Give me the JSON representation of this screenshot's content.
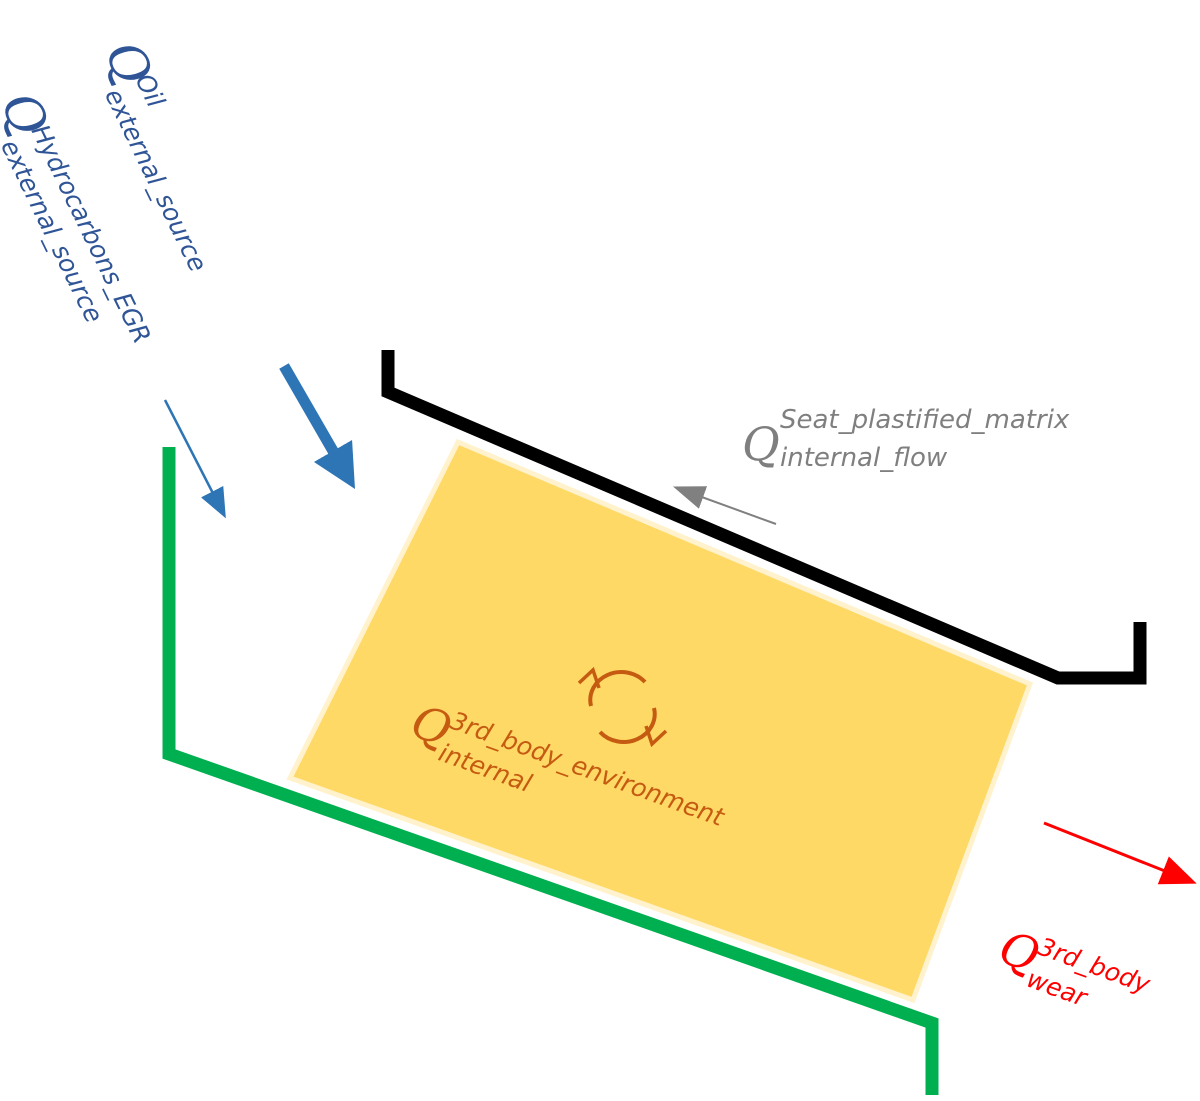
{
  "labels": {
    "oil": {
      "symbol": "Q",
      "sup": "Oil",
      "sub": "external_source"
    },
    "hydrocarbons": {
      "symbol": "Q",
      "sup": "Hydrocarbons_EGR",
      "sub": "external_source"
    },
    "seat": {
      "symbol": "Q",
      "sup": "Seat_plastified_matrix",
      "sub": "internal_flow"
    },
    "internal": {
      "symbol": "Q",
      "sup": "3rd_body_environment",
      "sub": "internal"
    },
    "wear": {
      "symbol": "Q",
      "sup": "3rd_body",
      "sub": "wear"
    }
  },
  "colors": {
    "oil_arrow": "#2e75b6",
    "hydrocarbons_arrow": "#2e75b6",
    "blue_text": "#2f5597",
    "seat_arrow": "#808080",
    "seat_text": "#7f7f7f",
    "internal_text": "#c55a11",
    "cycle_icon": "#c55a11",
    "wear_arrow": "#ff0000",
    "wear_text": "#ff0000",
    "third_body_fill": "#ffd966",
    "third_body_stroke": "#fff2cc",
    "seat_surface": "#000000",
    "valve_surface": "#00b050"
  }
}
